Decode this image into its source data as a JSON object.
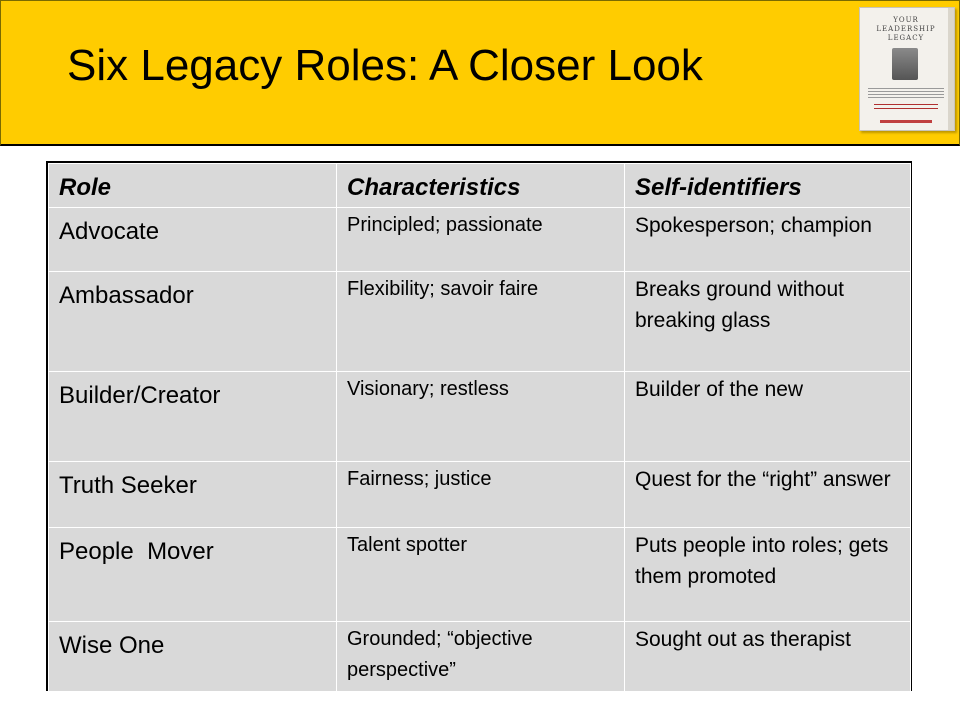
{
  "slide": {
    "title": "Six Legacy Roles: A Closer Look",
    "header_color": "#ffcc00"
  },
  "book": {
    "title_lines": [
      "YOUR",
      "LEADERSHIP",
      "LEGACY"
    ]
  },
  "table": {
    "headers": {
      "role": "Role",
      "characteristics": "Characteristics",
      "self_identifiers": "Self-identifiers"
    },
    "rows": [
      {
        "role": "Advocate",
        "characteristics": "Principled; passionate",
        "self_identifiers": "Spokesperson; champion"
      },
      {
        "role": "Ambassador",
        "characteristics": "Flexibility; savoir faire",
        "self_identifiers": "Breaks ground without breaking glass"
      },
      {
        "role": "Builder/Creator",
        "characteristics": "Visionary; restless",
        "self_identifiers": "Builder of the new"
      },
      {
        "role": "Truth Seeker",
        "characteristics": "Fairness; justice",
        "self_identifiers": "Quest for the “right” answer"
      },
      {
        "role": "People  Mover",
        "characteristics": "Talent spotter",
        "self_identifiers": "Puts people into roles; gets them promoted"
      },
      {
        "role": "Wise One",
        "characteristics": "Grounded; “objective perspective”",
        "self_identifiers": "Sought out as therapist"
      }
    ]
  }
}
